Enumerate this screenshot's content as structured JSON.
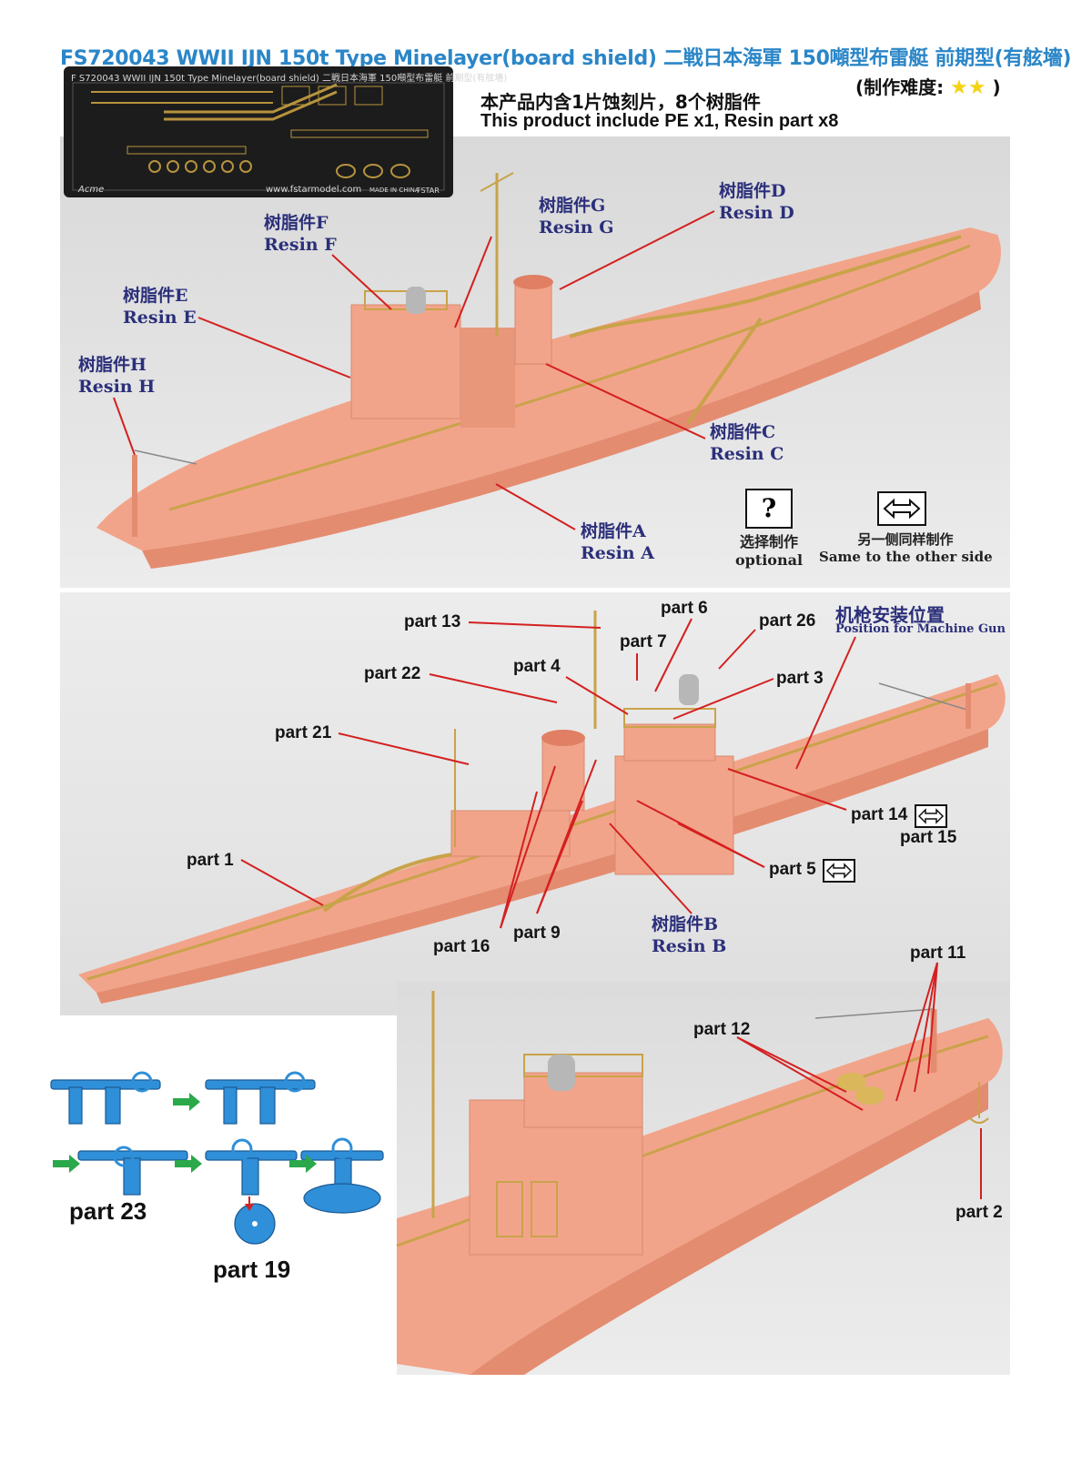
{
  "header": {
    "title": "FS720043 WWII IJN 150t Type Minelayer(board shield) 二戦日本海軍 150噸型布雷艇 前期型(有舷墻)",
    "difficulty_label": "(制作难度:",
    "difficulty_close": ")",
    "difficulty_stars": "★★",
    "product_cn": "本产品内含1片蚀刻片，8个树脂件",
    "product_en": "This product include PE x1, Resin part x8"
  },
  "pe_sheet": {
    "caption": "F S720043 WWII IJN 150t Type Minelayer(board shield) 二戦日本海軍 150噸型布雷艇 前期型(有舷墻)",
    "website": "www.fstarmodel.com",
    "made_in": "MADE IN CHINA",
    "acme": "Acme",
    "brand": "FSTAR"
  },
  "resin_labels": {
    "F": {
      "cn": "树脂件F",
      "en": "Resin F"
    },
    "G": {
      "cn": "树脂件G",
      "en": "Resin G"
    },
    "D": {
      "cn": "树脂件D",
      "en": "Resin D"
    },
    "E": {
      "cn": "树脂件E",
      "en": "Resin E"
    },
    "H": {
      "cn": "树脂件H",
      "en": "Resin H"
    },
    "C": {
      "cn": "树脂件C",
      "en": "Resin C"
    },
    "A": {
      "cn": "树脂件A",
      "en": "Resin A"
    },
    "B": {
      "cn": "树脂件B",
      "en": "Resin B"
    }
  },
  "legend": {
    "optional_symbol": "?",
    "optional_cn": "选择制作",
    "optional_en": "optional",
    "same_cn": "另一侧同样制作",
    "same_en": "Same to the other side"
  },
  "parts": {
    "p13": "part 13",
    "p6": "part 6",
    "p26": "part 26",
    "p7": "part 7",
    "p22": "part 22",
    "p4": "part 4",
    "p3": "part 3",
    "p21": "part 21",
    "p14": "part 14",
    "p15": "part 15",
    "p1": "part 1",
    "p5": "part 5",
    "p16": "part 16",
    "p9": "part 9",
    "p11": "part 11",
    "p12": "part 12",
    "p2": "part 2",
    "p23": "part 23",
    "p19": "part 19"
  },
  "machine_gun": {
    "cn": "机枪安装位置",
    "en": "Position for Machine Gun"
  },
  "colors": {
    "title_blue": "#2a86c8",
    "label_navy": "#2b2f7a",
    "hull_salmon": "#f2a48a",
    "leader_red": "#d42020",
    "gun_blue": "#2f8fd8",
    "brass": "#c9a34a"
  }
}
